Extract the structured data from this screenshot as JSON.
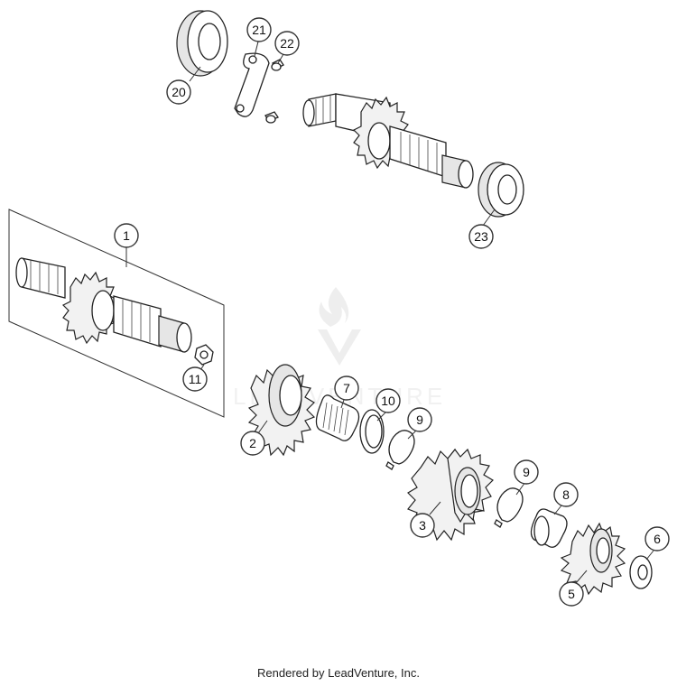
{
  "diagram": {
    "callouts": [
      "1",
      "2",
      "3",
      "5",
      "6",
      "7",
      "8",
      "9",
      "9",
      "10",
      "11",
      "20",
      "21",
      "22",
      "23"
    ],
    "watermark_text": "LEADVENTURE",
    "colors": {
      "line": "#222222",
      "shade": "#e6e6e6",
      "background": "#ffffff"
    }
  },
  "footer": {
    "text": "Rendered by LeadVenture, Inc."
  }
}
